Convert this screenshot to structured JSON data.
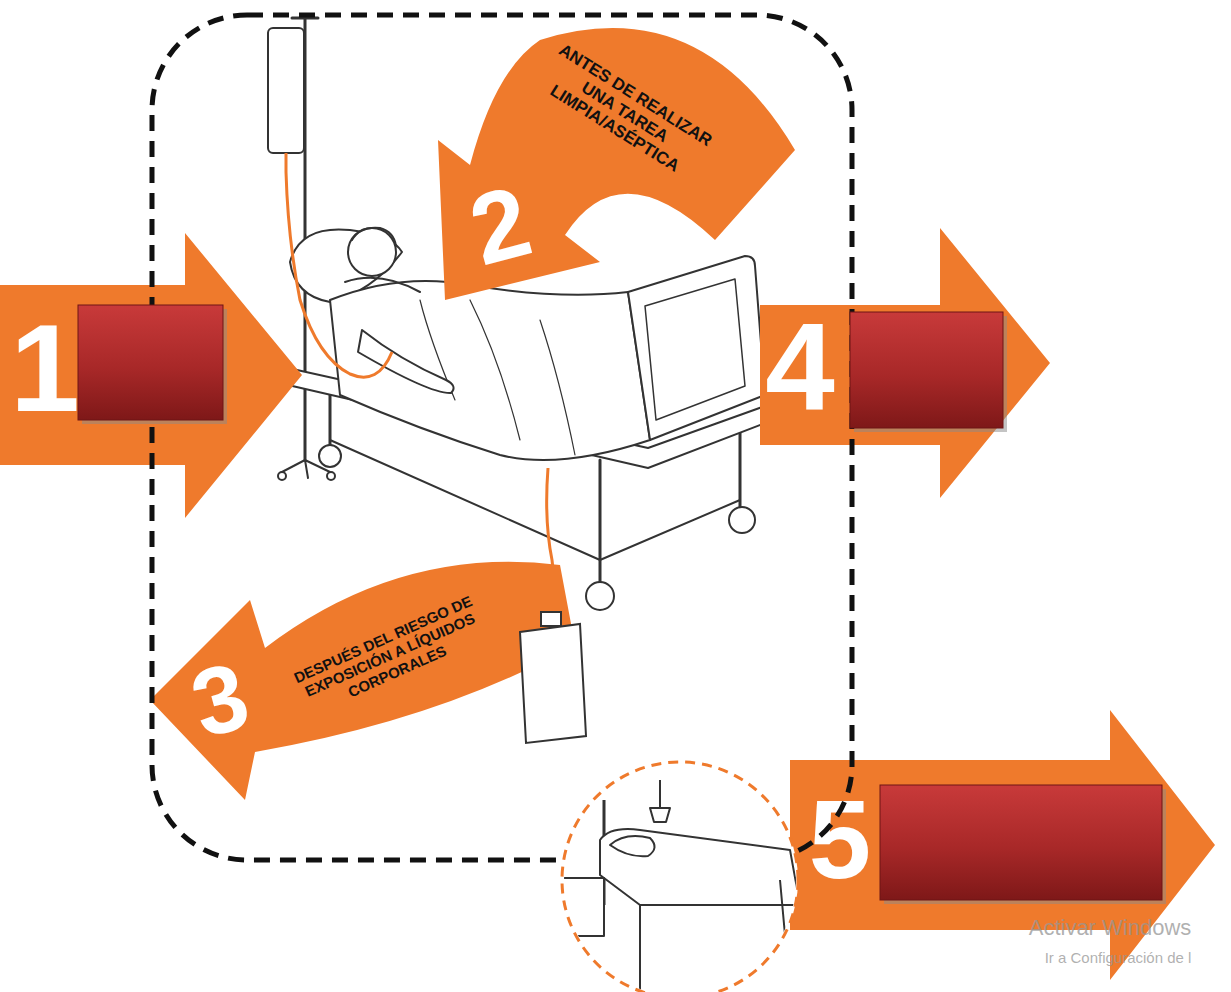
{
  "diagram": {
    "nodes": [
      {
        "text": [
          "1"
        ]
      },
      {
        "text": [
          "2",
          "ANTES DE REALIZAR UNA TAREA LIMPIA/ASÉPTICA"
        ]
      },
      {
        "text": [
          "3",
          "DESPUÉS DEL RIESGO DE EXPOSICIÓN A LÍQUIDOS CORPORALES"
        ]
      },
      {
        "text": [
          "4"
        ]
      },
      {
        "text": [
          "5"
        ]
      }
    ],
    "labels": [
      "Activar Windows",
      "Ir a Configuración de l"
    ]
  }
}
